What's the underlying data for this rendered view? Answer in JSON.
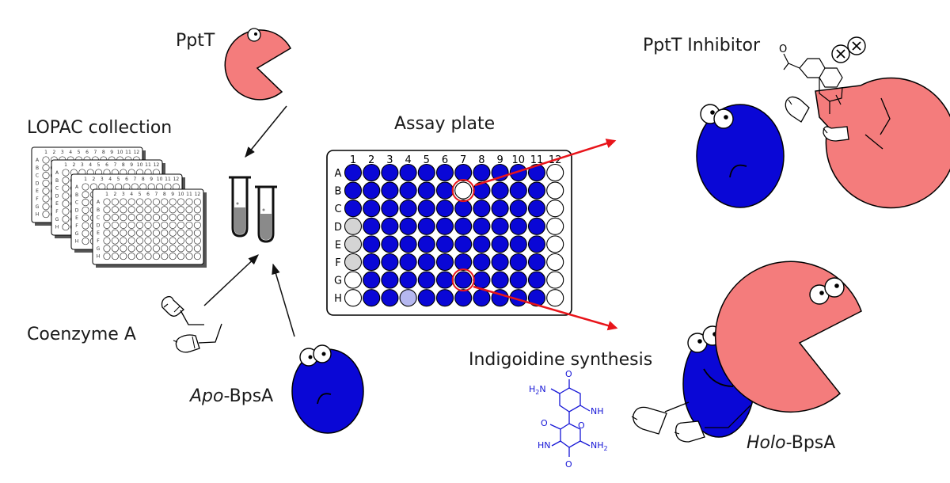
{
  "labels": {
    "pptt": "PptT",
    "lopac": "LOPAC collection",
    "assay_plate": "Assay plate",
    "pptt_inhibitor": "PptT Inhibitor",
    "coenzyme_a": "Coenzyme A",
    "apo_prefix": "Apo",
    "apo_suffix": "-BpsA",
    "indigoidine": "Indigoidine synthesis",
    "holo_prefix": "Holo",
    "holo_suffix": "-BpsA"
  },
  "plate": {
    "columns": [
      "1",
      "2",
      "3",
      "4",
      "5",
      "6",
      "7",
      "8",
      "9",
      "10",
      "11",
      "12"
    ],
    "rows": [
      "A",
      "B",
      "C",
      "D",
      "E",
      "F",
      "G",
      "H"
    ],
    "well_colors": {
      "blue": "#0a07d6",
      "white": "#ffffff",
      "grey": "#d4d4d4",
      "light": "#b6b8f0"
    },
    "wells": [
      [
        "blue",
        "blue",
        "blue",
        "blue",
        "blue",
        "blue",
        "blue",
        "blue",
        "blue",
        "blue",
        "blue",
        "white"
      ],
      [
        "blue",
        "blue",
        "blue",
        "blue",
        "blue",
        "blue",
        "white",
        "blue",
        "blue",
        "blue",
        "blue",
        "white"
      ],
      [
        "blue",
        "blue",
        "blue",
        "blue",
        "blue",
        "blue",
        "blue",
        "blue",
        "blue",
        "blue",
        "blue",
        "white"
      ],
      [
        "grey",
        "blue",
        "blue",
        "blue",
        "blue",
        "blue",
        "blue",
        "blue",
        "blue",
        "blue",
        "blue",
        "white"
      ],
      [
        "grey",
        "blue",
        "blue",
        "blue",
        "blue",
        "blue",
        "blue",
        "blue",
        "blue",
        "blue",
        "blue",
        "white"
      ],
      [
        "grey",
        "blue",
        "blue",
        "blue",
        "blue",
        "blue",
        "blue",
        "blue",
        "blue",
        "blue",
        "blue",
        "white"
      ],
      [
        "white",
        "blue",
        "blue",
        "blue",
        "blue",
        "blue",
        "blue",
        "blue",
        "blue",
        "blue",
        "blue",
        "white"
      ],
      [
        "white",
        "blue",
        "blue",
        "light",
        "blue",
        "blue",
        "blue",
        "blue",
        "blue",
        "blue",
        "blue",
        "white"
      ]
    ],
    "highlighted_wells": [
      "B7",
      "G7"
    ]
  },
  "mini_plate": {
    "columns": [
      "1",
      "2",
      "3",
      "4",
      "5",
      "6",
      "7",
      "8",
      "9",
      "10",
      "11",
      "12"
    ],
    "rows": [
      "A",
      "B",
      "C",
      "D",
      "E",
      "F",
      "G",
      "H"
    ]
  },
  "chem": {
    "nh2": "NH",
    "sub2": "2",
    "h2n": "H",
    "h2n_n": "N",
    "o": "O",
    "hn": "HN",
    "nh": "NH"
  },
  "colors": {
    "pptt": "#f47c7c",
    "bpsa": "#0a07d6",
    "arrow_red": "#e8141a",
    "highlight": "#e8141a",
    "chem": "#1515d6"
  }
}
